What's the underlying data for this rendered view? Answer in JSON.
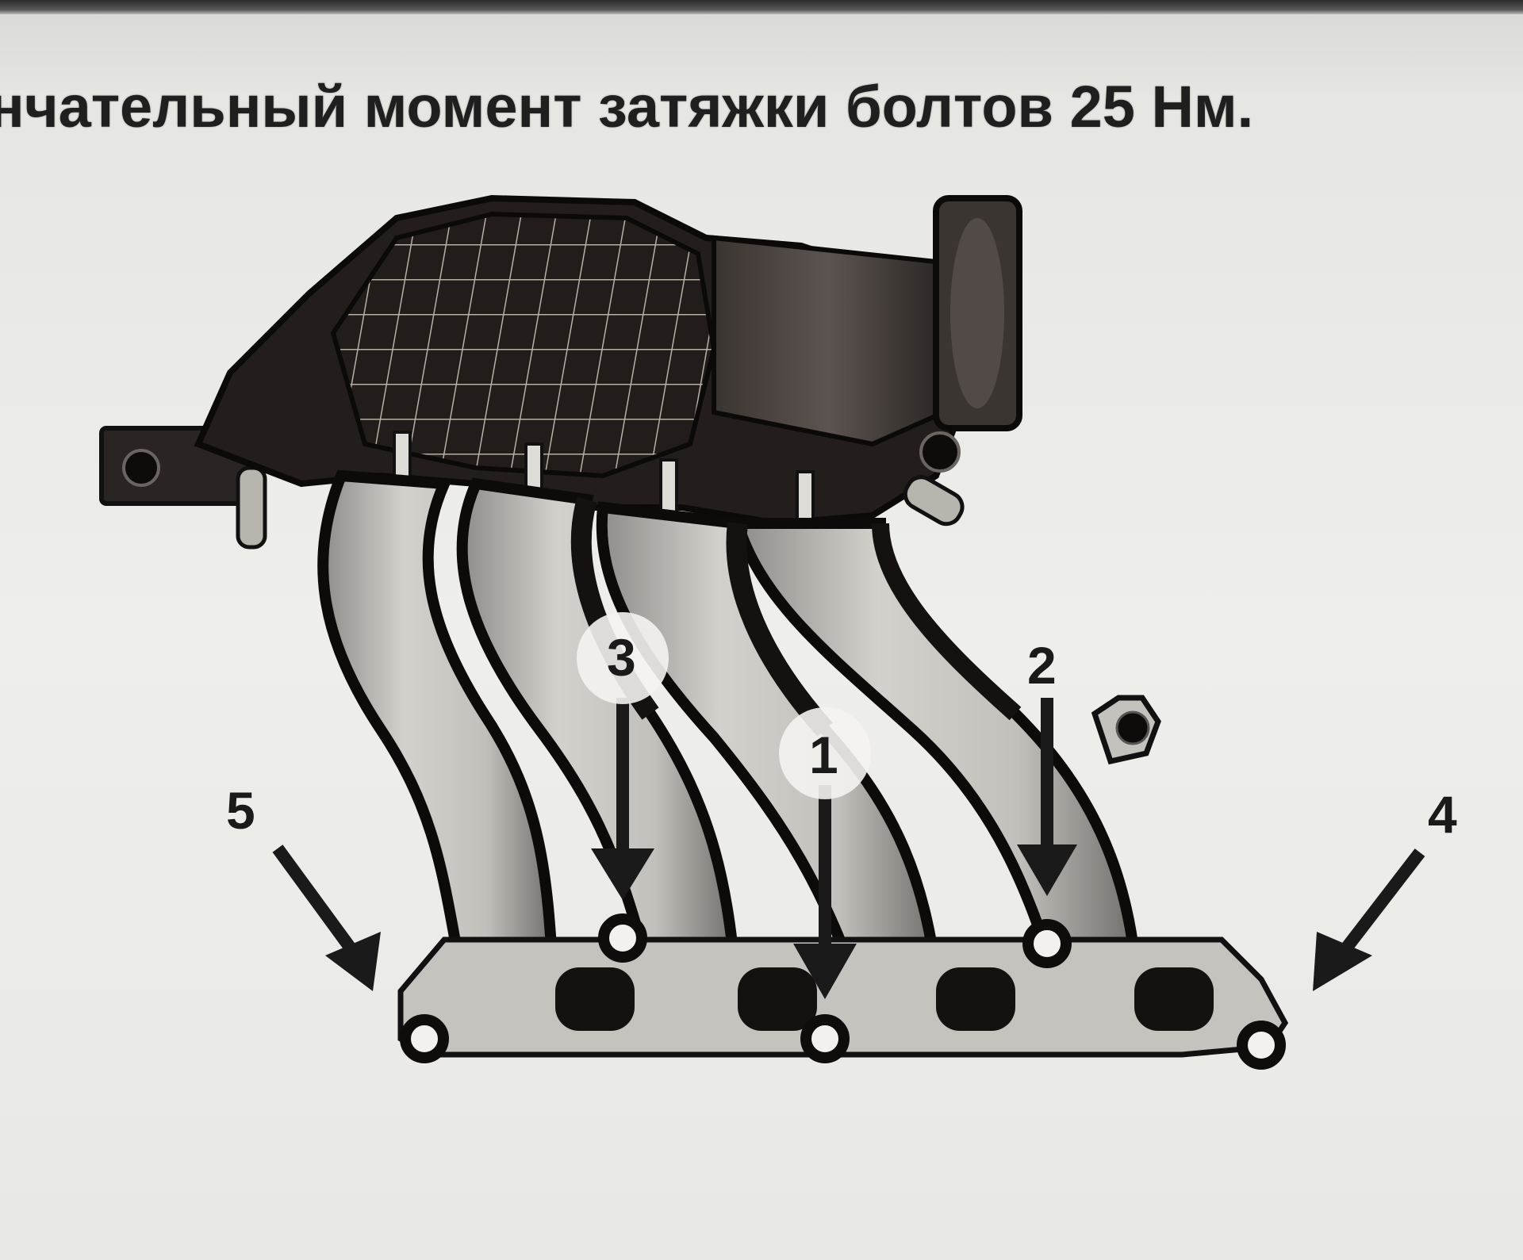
{
  "caption": "нчательный момент затяжки болтов 25 Нм.",
  "callouts": [
    {
      "id": "1",
      "label": "1"
    },
    {
      "id": "2",
      "label": "2"
    },
    {
      "id": "3",
      "label": "3"
    },
    {
      "id": "4",
      "label": "4"
    },
    {
      "id": "5",
      "label": "5"
    }
  ],
  "colors": {
    "manifold_dark": "#1e1a18",
    "runner_light": "#c4c2bd",
    "flange": "#bdbbb6",
    "outline": "#111111",
    "background": "#ebebe7"
  }
}
